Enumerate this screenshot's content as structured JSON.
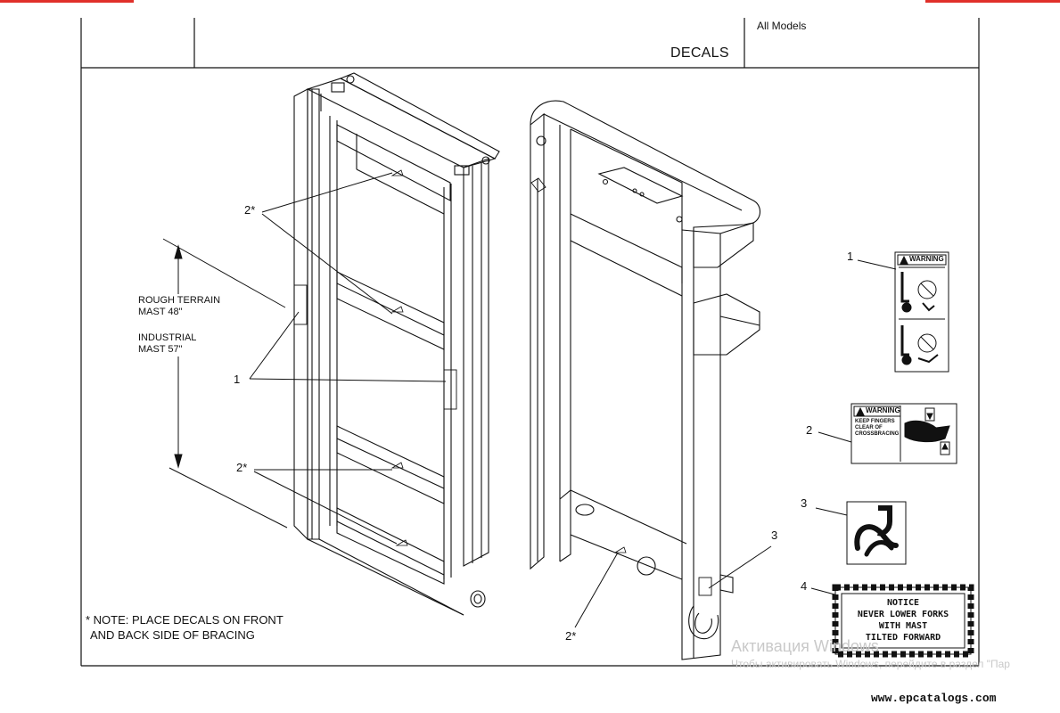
{
  "header": {
    "model": "All Models",
    "title": "DECALS"
  },
  "dimension": {
    "line1": "ROUGH TERRAIN",
    "line2": "MAST 48\"",
    "line3": "INDUSTRIAL",
    "line4": "MAST 57\""
  },
  "callouts": {
    "two_star_top": "2*",
    "one_left": "1",
    "two_star_mid": "2*",
    "two_star_bottom": "2*",
    "three_right_mast": "3",
    "legend_1": "1",
    "legend_2": "2",
    "legend_3": "3",
    "legend_4": "4"
  },
  "note": {
    "line1": "* NOTE: PLACE DECALS ON FRONT",
    "line2": "AND BACK SIDE OF BRACING"
  },
  "decals": {
    "warning1": "WARNING",
    "warning2": "WARNING",
    "warning2_text_1": "KEEP FINGERS",
    "warning2_text_2": "CLEAR OF",
    "warning2_text_3": "CROSSBRACING",
    "notice_1": "NOTICE",
    "notice_2": "NEVER LOWER FORKS",
    "notice_3": "WITH MAST",
    "notice_4": "TILTED FORWARD"
  },
  "watermark": {
    "line1": "Активация Windows",
    "line2": "Чтобы активировать Windows, перейдите в раздел \"Пар"
  },
  "footer": {
    "site": "www.epcatalogs.com"
  }
}
